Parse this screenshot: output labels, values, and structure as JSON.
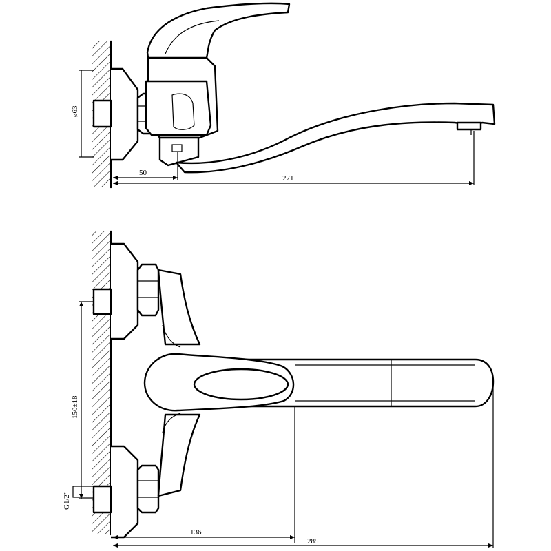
{
  "colors": {
    "line": "#000000",
    "background": "#ffffff"
  },
  "top_view": {
    "dim_diameter": "ø63",
    "dim_outlet_center": "50",
    "dim_spout_reach": "271"
  },
  "front_view": {
    "dim_center_distance": "150±18",
    "dim_thread": "G1/2\"",
    "dim_handle_reach": "136",
    "dim_total_reach": "285"
  }
}
